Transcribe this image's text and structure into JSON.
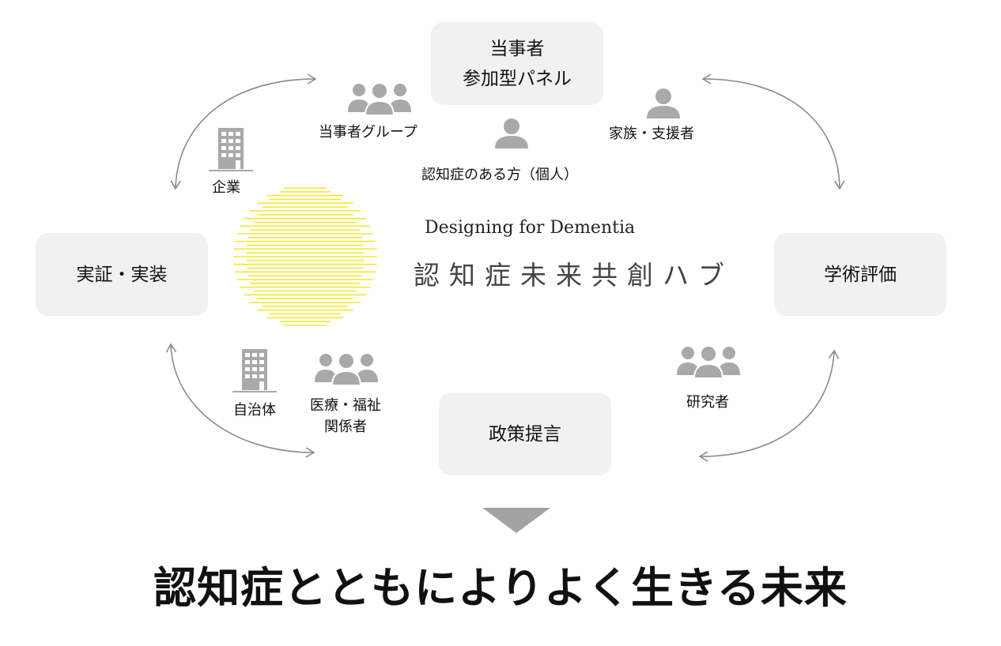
{
  "boxes": {
    "panel_line1": "当事者",
    "panel_line2": "参加型パネル",
    "practice": "実証・実装",
    "academic": "学術評価",
    "policy": "政策提言"
  },
  "labels": {
    "group": "当事者グループ",
    "family": "家族・支援者",
    "individual": "認知症のある方（個人）",
    "company": "企業",
    "municipality": "自治体",
    "medical_line1": "医療・福祉",
    "medical_line2": "関係者",
    "researcher": "研究者"
  },
  "hub": {
    "subtitle": "Designing for Dementia",
    "title": "認知症未来共創ハブ"
  },
  "conclusion": "認知症とともによりよく生きる未来",
  "colors": {
    "box": "#f1f1f1",
    "icon": "#a9a9a9",
    "logo": "#f2ea2a",
    "arrow": "#8a8a8a"
  }
}
